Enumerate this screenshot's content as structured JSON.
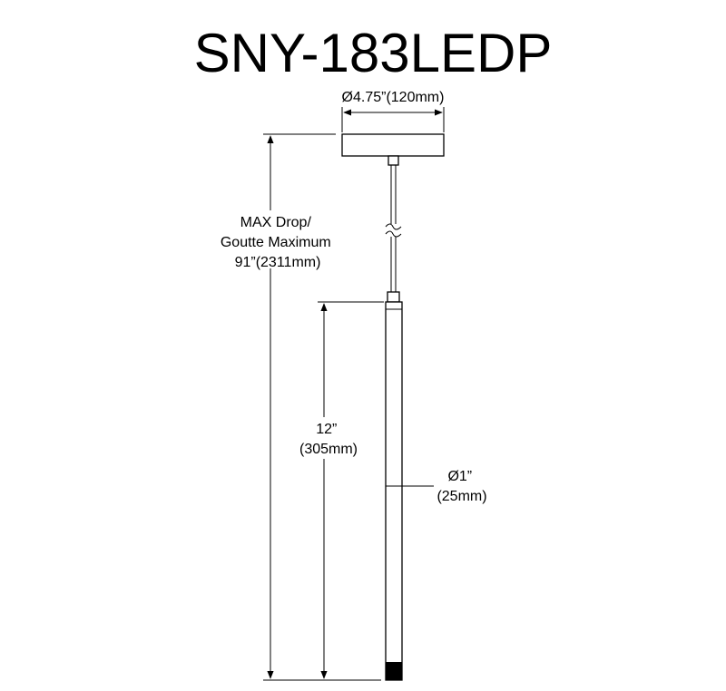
{
  "title": "SNY-183LEDP",
  "dimensions": {
    "canopy_diameter": "Ø4.75”(120mm)",
    "max_drop": [
      "MAX Drop/",
      "Goutte Maximum",
      "91”(2311mm)"
    ],
    "body_length": [
      "12”",
      "(305mm)"
    ],
    "body_diameter": [
      "Ø1”",
      "(25mm)"
    ]
  },
  "colors": {
    "line": "#000000",
    "background": "#ffffff"
  }
}
